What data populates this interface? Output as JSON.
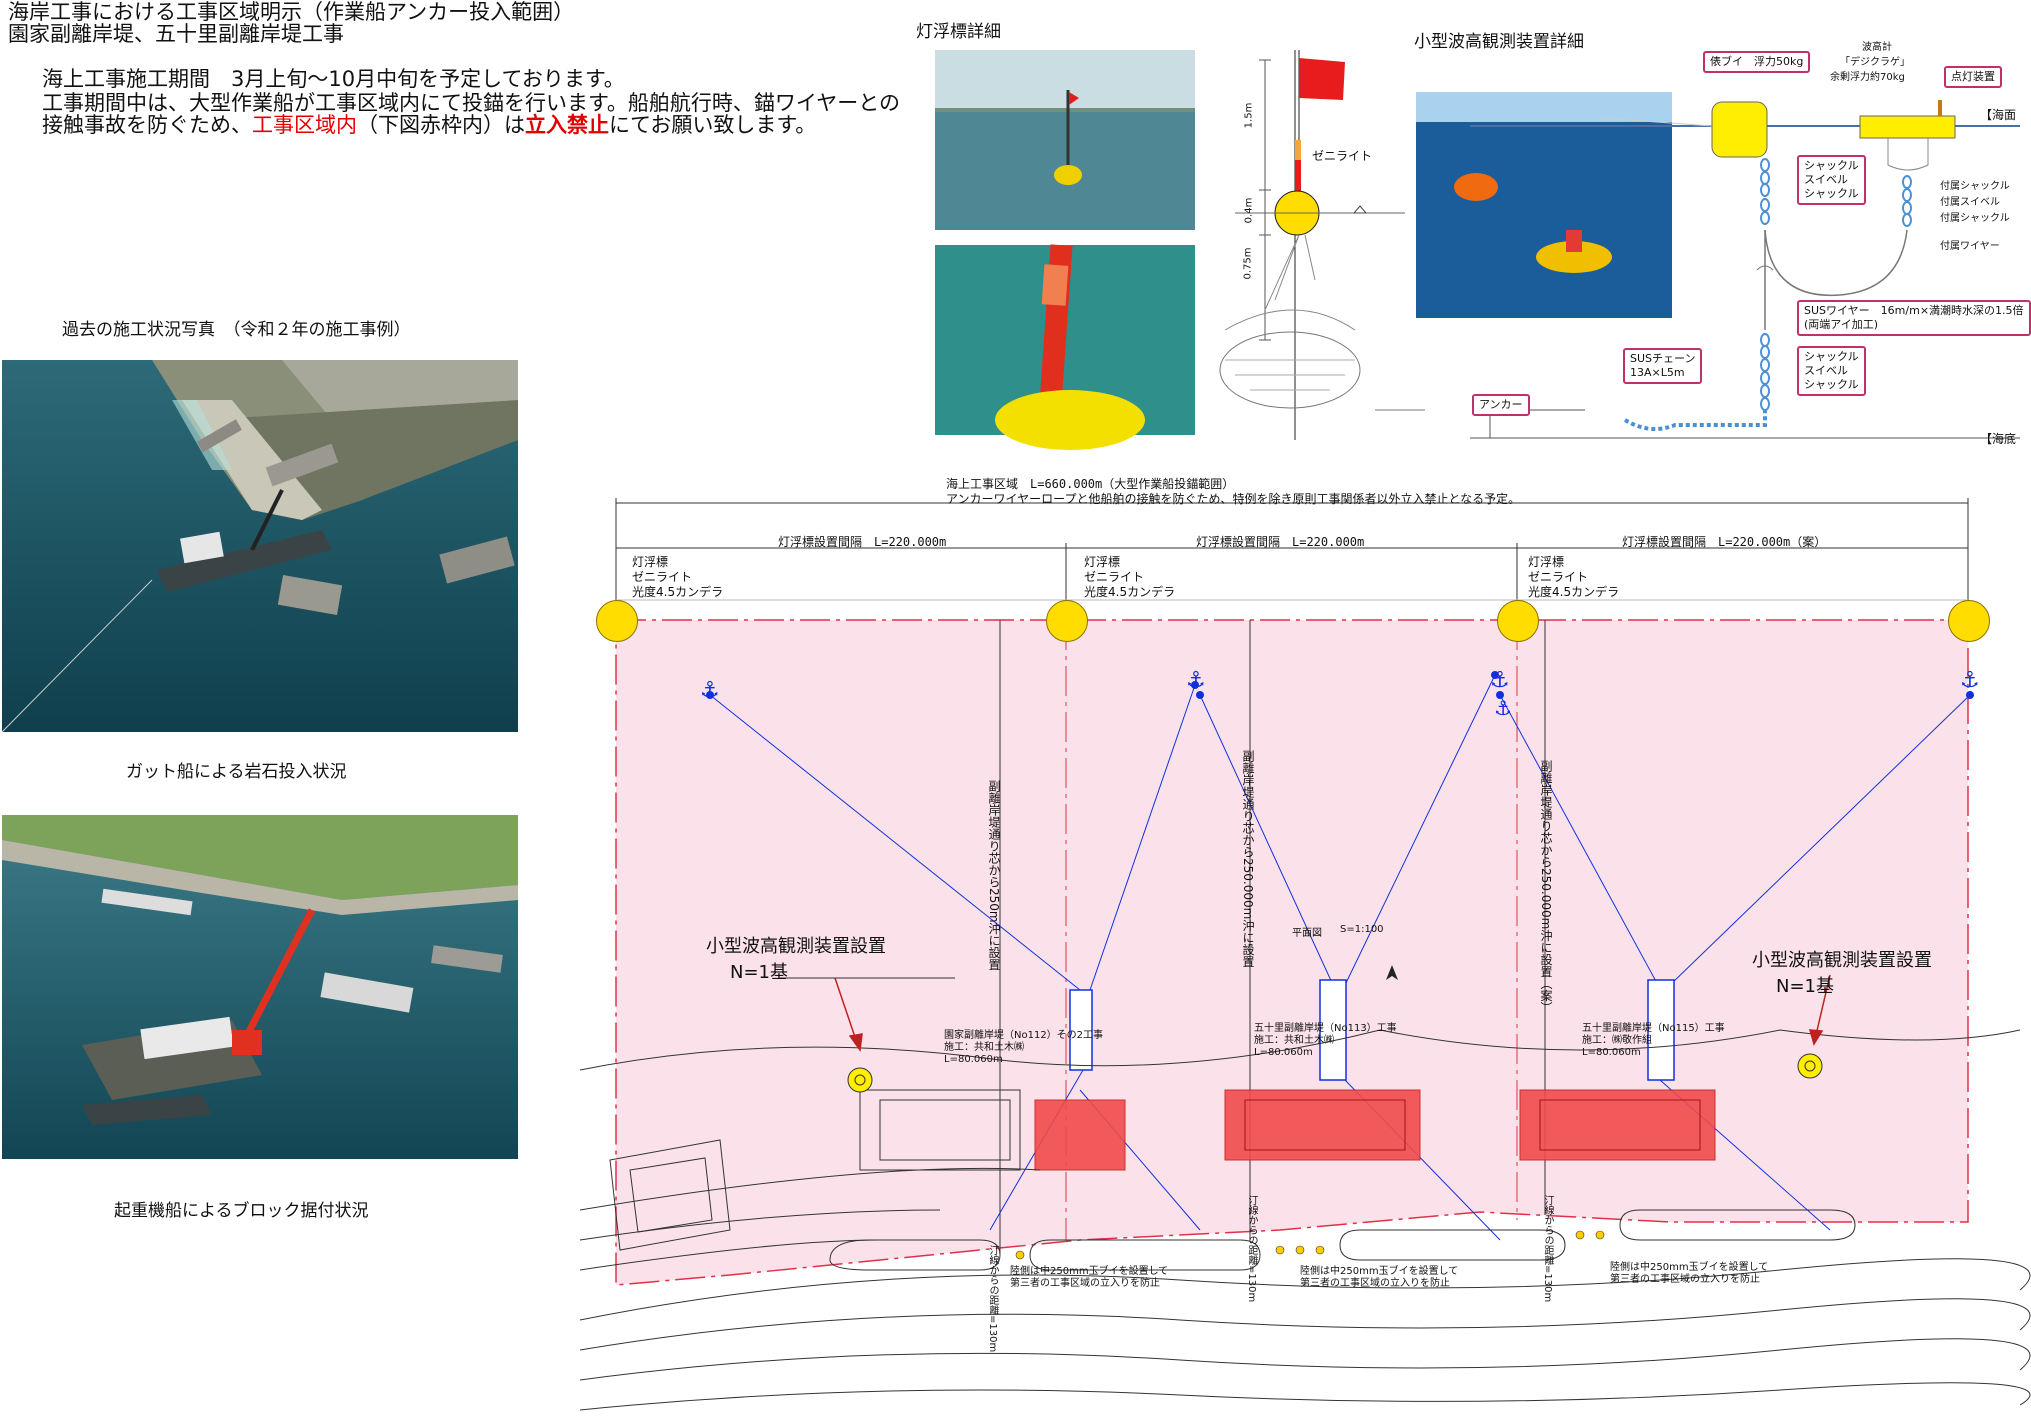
{
  "header": {
    "line1": "海岸工事における工事区域明示（作業船アンカー投入範囲）",
    "line2": "園家副離岸堤、五十里副離岸堤工事"
  },
  "notice": {
    "line1": "海上工事施工期間　3月上旬〜10月中旬を予定しております。",
    "line2": "工事期間中は、大型作業船が工事区域内にて投錨を行います。船舶航行時、錨ワイヤーとの",
    "line3_a": "接触事故を防ぐため、",
    "line3_b": "工事区域内",
    "line3_c": "（下図赤枠内）は",
    "line3_d": "立入禁止",
    "line3_e": "にてお願い致します。"
  },
  "past_photos": {
    "heading": "過去の施工状況写真　（令和２年の施工事例）",
    "caption1": "ガット船による岩石投入状況",
    "caption2": "起重機船によるブロック据付状況"
  },
  "buoy_detail": {
    "title": "灯浮標詳細",
    "label_zenilite": "ゼニライト",
    "dim_top": "1.5m",
    "dim_mid": "0.4m",
    "dim_bot": "0.75m"
  },
  "wave_detail": {
    "title": "小型波高観測装置詳細",
    "box_float": "俵ブイ　浮力50kg",
    "gauge_label": "波高計",
    "gauge_name": "「デジクラゲ」",
    "gauge_float": "余剰浮力約70kg",
    "box_light": "点灯装置",
    "sea_surface": "【海面",
    "sea_bottom": "【海底",
    "box_shackle_top": [
      "シャックル",
      "スイベル",
      "シャックル"
    ],
    "attach": [
      "付属シャックル",
      "付属スイベル",
      "付属シャックル"
    ],
    "attach_wire": "付属ワイヤー",
    "box_sus_wire_1": "SUSワイヤー　16m/m×満潮時水深の1.5倍",
    "box_sus_wire_2": "(両端アイ加工)",
    "box_sus_chain_1": "SUSチェーン",
    "box_sus_chain_2": "13A×L5m",
    "box_anchor": "アンカー",
    "box_shackle_bottom": [
      "シャックル",
      "スイベル",
      "シャックル"
    ]
  },
  "plan": {
    "area_line1": "海上工事区域　L=660.000m（大型作業船投錨範囲）",
    "area_line2": "アンカーワイヤーロープと他船舶の接触を防ぐため、特例を除き原則工事関係者以外立入禁止となる予定。",
    "interval1": "灯浮標設置間隔　L=220.000m",
    "interval2": "灯浮標設置間隔　L=220.000m",
    "interval3": "灯浮標設置間隔　L=220.000m（案）",
    "buoy_label": [
      "灯浮標",
      "ゼニライト",
      "光度4.5カンデラ"
    ],
    "vertical1": "副離岸堤通り芯から250m沖に設置",
    "vertical2": "副離岸堤通り芯から250.000m沖に設置",
    "vertical3": "副離岸堤通り芯から250.000m沖に設置（案）",
    "wave_callout_left_1": "小型波高観測装置設置",
    "wave_callout_left_2": "N=1基",
    "wave_callout_right_1": "小型波高観測装置設置",
    "wave_callout_right_2": "N=1基",
    "work1_a": "園家副離岸堤（No112）その2工事",
    "work1_b": "施工：共和土木㈱",
    "work1_c": "L=80.060m",
    "work2_a": "五十里副離岸堤（No113）工事",
    "work2_b": "施工：共和土木㈱",
    "work2_c": "L=80.060m",
    "work3_a": "五十里副離岸堤（No115）工事",
    "work3_b": "施工：㈱敬作組",
    "work3_c": "L=80.060m",
    "shore_dist": "汀線からの距離=130m",
    "land_note_1a": "陸側は中250mm玉ブイを設置して",
    "land_note_1b": "第三者の工事区域の立入りを防止",
    "land_note_2a": "陸側は中250mm玉ブイを設置して",
    "land_note_2b": "第三者の工事区域の立入りを防止",
    "land_note_3a": "陸側は中250mm玉ブイを設置して",
    "land_note_3b": "第三者の工事区域の立入りを防止",
    "plan_view": "平面図",
    "plan_scale": "S=1:100"
  },
  "colors": {
    "zone_fill": "#fbe2ea",
    "zone_border": "#e0304a",
    "buoy_yellow": "#ffdd00",
    "anchor_blue": "#1030e0",
    "breakwater_red": "#f24b4b",
    "box_border": "#c0306a"
  }
}
